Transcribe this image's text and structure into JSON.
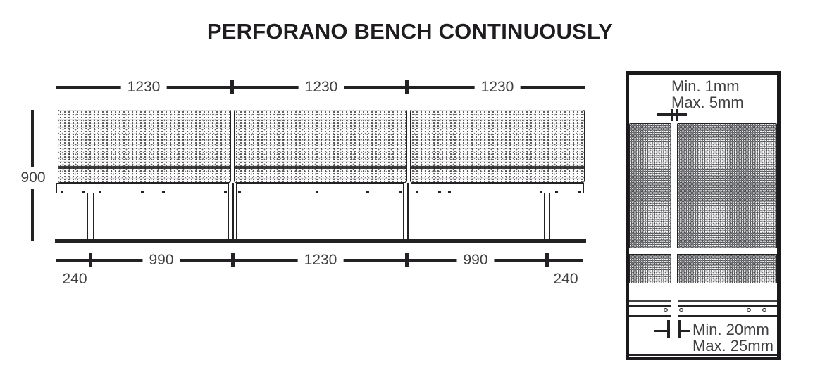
{
  "title": "PERFORANO BENCH CONTINUOUSLY",
  "colors": {
    "ink": "#242124",
    "dimension_text": "#3f3f41",
    "background": "#ffffff"
  },
  "main_drawing": {
    "top_dimensions": {
      "labels": [
        "1230",
        "1230",
        "1230"
      ]
    },
    "height_dimension": {
      "label": "900"
    },
    "bottom_dimensions": {
      "left_overhang": "240",
      "span_labels": [
        "990",
        "1230",
        "990"
      ],
      "right_overhang": "240"
    }
  },
  "detail_view": {
    "gap_dimension": {
      "min": "Min. 1mm",
      "max": "Max. 5mm"
    },
    "leg_width_dimension": {
      "min": "Min. 20mm",
      "max": "Max. 25mm"
    }
  }
}
